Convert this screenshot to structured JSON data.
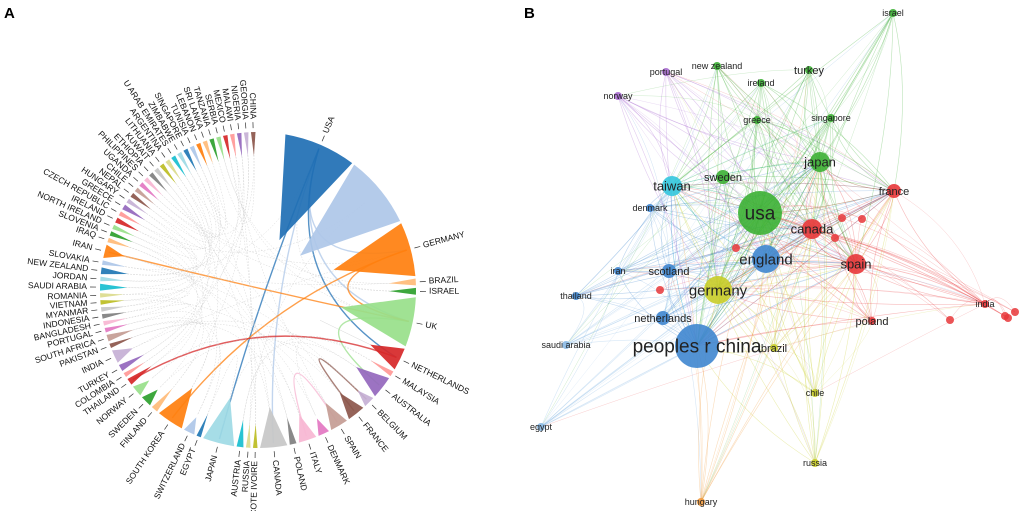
{
  "panels": [
    {
      "letter": "A"
    },
    {
      "letter": "B"
    }
  ],
  "chord_diagram": {
    "segments": [
      {
        "label": "USA",
        "color": "#1f6fb4",
        "size": 16
      },
      {
        "label": "",
        "color": "#aec7e8",
        "size": 16
      },
      {
        "label": "GERMANY",
        "color": "#ff7f0e",
        "size": 12
      },
      {
        "label": "BRAZIL",
        "color": "#ffbb78",
        "size": 1.5
      },
      {
        "label": "ISRAEL",
        "color": "#2ca02c",
        "size": 1.5
      },
      {
        "label": "UK",
        "color": "#98df8a",
        "size": 11
      },
      {
        "label": "NETHERLANDS",
        "color": "#d62728",
        "size": 5
      },
      {
        "label": "MALAYSIA",
        "color": "#ff9896",
        "size": 1.2
      },
      {
        "label": "AUSTRALIA",
        "color": "#9467bd",
        "size": 5
      },
      {
        "label": "BELGIUM",
        "color": "#c5b0d5",
        "size": 2.5
      },
      {
        "label": "FRANCE",
        "color": "#8c564b",
        "size": 4
      },
      {
        "label": "SPAIN",
        "color": "#c49c94",
        "size": 4
      },
      {
        "label": "DENMARK",
        "color": "#e377c2",
        "size": 2.5
      },
      {
        "label": "ITALY",
        "color": "#f7b6d2",
        "size": 4
      },
      {
        "label": "POLAND",
        "color": "#7f7f7f",
        "size": 1.5
      },
      {
        "label": "CANADA",
        "color": "#c7c7c7",
        "size": 6
      },
      {
        "label": "COTE IVOIRE",
        "color": "#bcbd22",
        "size": 1
      },
      {
        "label": "RUSSIA",
        "color": "#dbdb8d",
        "size": 1
      },
      {
        "label": "AUSTRIA",
        "color": "#17becf",
        "size": 1.5
      },
      {
        "label": "JAPAN",
        "color": "#9edae5",
        "size": 7
      },
      {
        "label": "EGYPT",
        "color": "#1f77b4",
        "size": 1
      },
      {
        "label": "SWITZERLAND",
        "color": "#aec7e8",
        "size": 2.5
      },
      {
        "label": "SOUTH KOREA",
        "color": "#ff7f0e",
        "size": 6
      },
      {
        "label": "FINLAND",
        "color": "#ffbb78",
        "size": 1.5
      },
      {
        "label": "SWEDEN",
        "color": "#2ca02c",
        "size": 2.5
      },
      {
        "label": "NORWAY",
        "color": "#98df8a",
        "size": 2.5
      },
      {
        "label": "THAILAND",
        "color": "#d62728",
        "size": 1.5
      },
      {
        "label": "COLOMBIA",
        "color": "#ff9896",
        "size": 1
      },
      {
        "label": "TURKEY",
        "color": "#9467bd",
        "size": 1.5
      },
      {
        "label": "INDIA",
        "color": "#c5b0d5",
        "size": 3
      },
      {
        "label": "PAKISTAN",
        "color": "#8c564b",
        "size": 1
      },
      {
        "label": "SOUTH AFRICA",
        "color": "#c49c94",
        "size": 1.5
      },
      {
        "label": "PORTUGAL",
        "color": "#e377c2",
        "size": 1
      },
      {
        "label": "BANGLADESH",
        "color": "#f7b6d2",
        "size": 1
      },
      {
        "label": "INDONESIA",
        "color": "#7f7f7f",
        "size": 1
      },
      {
        "label": "MYANMAR",
        "color": "#c7c7c7",
        "size": 1
      },
      {
        "label": "VIETNAM",
        "color": "#bcbd22",
        "size": 1
      },
      {
        "label": "ROMANIA",
        "color": "#dbdb8d",
        "size": 1
      },
      {
        "label": "SAUDI ARABIA",
        "color": "#17becf",
        "size": 1.5
      },
      {
        "label": "JORDAN",
        "color": "#9edae5",
        "size": 1
      },
      {
        "label": "NEW ZEALAND",
        "color": "#1f77b4",
        "size": 1.5
      },
      {
        "label": "SLOVAKIA",
        "color": "#aec7e8",
        "size": 1
      },
      {
        "label": "IRAN",
        "color": "#ff7f0e",
        "size": 3
      },
      {
        "label": "IRAQ",
        "color": "#ffbb78",
        "size": 1
      },
      {
        "label": "SLOVENIA",
        "color": "#2ca02c",
        "size": 1
      },
      {
        "label": "NORTH IRELAND",
        "color": "#98df8a",
        "size": 1
      },
      {
        "label": "IRELAND",
        "color": "#d62728",
        "size": 1.2
      },
      {
        "label": "CZECH REPUBLIC",
        "color": "#ff9896",
        "size": 1
      },
      {
        "label": "GREECE",
        "color": "#9467bd",
        "size": 1.2
      },
      {
        "label": "HUNGARY",
        "color": "#c5b0d5",
        "size": 1
      },
      {
        "label": "NEPAL",
        "color": "#8c564b",
        "size": 1
      },
      {
        "label": "CHILE",
        "color": "#c49c94",
        "size": 1
      },
      {
        "label": "UGANDA",
        "color": "#e377c2",
        "size": 1
      },
      {
        "label": "PHILIPPINES",
        "color": "#f7b6d2",
        "size": 1
      },
      {
        "label": "ETHIOPIA",
        "color": "#7f7f7f",
        "size": 1
      },
      {
        "label": "KUWAIT",
        "color": "#c7c7c7",
        "size": 1
      },
      {
        "label": "LITHUANIA",
        "color": "#bcbd22",
        "size": 1
      },
      {
        "label": "ARGENTINA",
        "color": "#dbdb8d",
        "size": 1
      },
      {
        "label": "U ARAB EMIRATES",
        "color": "#17becf",
        "size": 1
      },
      {
        "label": "ZIMBABWE",
        "color": "#9edae5",
        "size": 1
      },
      {
        "label": "SINGAPORE",
        "color": "#1f77b4",
        "size": 1
      },
      {
        "label": "TUNISIA",
        "color": "#aec7e8",
        "size": 1
      },
      {
        "label": "LEBANON",
        "color": "#ff7f0e",
        "size": 1
      },
      {
        "label": "SRI LANKA",
        "color": "#ffbb78",
        "size": 1
      },
      {
        "label": "TANZANIA",
        "color": "#2ca02c",
        "size": 1
      },
      {
        "label": "SERBIA",
        "color": "#98df8a",
        "size": 1
      },
      {
        "label": "MEXICO",
        "color": "#d62728",
        "size": 1
      },
      {
        "label": "MALAWI",
        "color": "#ff9896",
        "size": 1
      },
      {
        "label": "NIGERIA",
        "color": "#9467bd",
        "size": 1
      },
      {
        "label": "GEORGIA",
        "color": "#c5b0d5",
        "size": 1
      },
      {
        "label": "CHINA",
        "color": "#8c564b",
        "size": 1
      }
    ],
    "ribbons": [
      {
        "from": "USA",
        "to": "GERMANY",
        "color": "#aec7e8"
      },
      {
        "from": "USA",
        "to": "UK",
        "color": "#aec7e8"
      },
      {
        "from": "USA",
        "to": "CANADA",
        "color": "#aec7e8"
      },
      {
        "from": "USA",
        "to": "JAPAN",
        "color": "#1f6fb4"
      },
      {
        "from": "USA",
        "to": "NETHERLANDS",
        "color": "#1f6fb4"
      },
      {
        "from": "GERMANY",
        "to": "SOUTH KOREA",
        "color": "#ff7f0e"
      },
      {
        "from": "GERMANY",
        "to": "UK",
        "color": "#ff7f0e"
      },
      {
        "from": "UK",
        "to": "AUSTRALIA",
        "color": "#98df8a"
      },
      {
        "from": "NETHERLANDS",
        "to": "THAILAND",
        "color": "#d62728"
      },
      {
        "from": "IRAN",
        "to": "UK",
        "color": "#ff7f0e"
      },
      {
        "from": "ITALY",
        "to": "SPAIN",
        "color": "#f7b6d2"
      },
      {
        "from": "FRANCE",
        "to": "BELGIUM",
        "color": "#8c564b"
      }
    ]
  },
  "network": {
    "clusters": {
      "green": "#3cb034",
      "red": "#e8373a",
      "blue": "#3f86cf",
      "yellow": "#c9cd28",
      "cyan": "#33c6de",
      "purple": "#a96bd0",
      "orange": "#f29a3d",
      "ltblue": "#8ab9e4"
    },
    "nodes": [
      {
        "label": "usa",
        "cluster": "green",
        "size": 5,
        "font": 5
      },
      {
        "label": "peoples r china",
        "cluster": "blue",
        "size": 5,
        "font": 5
      },
      {
        "label": "germany",
        "cluster": "yellow",
        "size": 4,
        "font": 4
      },
      {
        "label": "england",
        "cluster": "blue",
        "size": 4,
        "font": 4
      },
      {
        "label": "japan",
        "cluster": "green",
        "size": 3,
        "font": 3
      },
      {
        "label": "taiwan",
        "cluster": "cyan",
        "size": 3,
        "font": 3
      },
      {
        "label": "canada",
        "cluster": "red",
        "size": 3,
        "font": 3
      },
      {
        "label": "spain",
        "cluster": "red",
        "size": 3,
        "font": 3
      },
      {
        "label": "france",
        "cluster": "red",
        "size": 2,
        "font": 2
      },
      {
        "label": "scotland",
        "cluster": "blue",
        "size": 2,
        "font": 2
      },
      {
        "label": "netherlands",
        "cluster": "blue",
        "size": 2,
        "font": 2
      },
      {
        "label": "sweden",
        "cluster": "green",
        "size": 2,
        "font": 2
      },
      {
        "label": "poland",
        "cluster": "red",
        "size": 1,
        "font": 2
      },
      {
        "label": "brazil",
        "cluster": "yellow",
        "size": 1,
        "font": 2
      },
      {
        "label": "turkey",
        "cluster": "green",
        "size": 1,
        "font": 2
      },
      {
        "label": "denmark",
        "cluster": "blue",
        "size": 1,
        "font": 1
      },
      {
        "label": "thailand",
        "cluster": "blue",
        "size": 1,
        "font": 1
      },
      {
        "label": "iran",
        "cluster": "blue",
        "size": 1,
        "font": 1
      },
      {
        "label": "india",
        "cluster": "red",
        "size": 1,
        "font": 1
      },
      {
        "label": "greece",
        "cluster": "green",
        "size": 1,
        "font": 1
      },
      {
        "label": "singapore",
        "cluster": "green",
        "size": 1,
        "font": 1
      },
      {
        "label": "ireland",
        "cluster": "green",
        "size": 1,
        "font": 1
      },
      {
        "label": "new zealand",
        "cluster": "green",
        "size": 1,
        "font": 1
      },
      {
        "label": "portugal",
        "cluster": "purple",
        "size": 1,
        "font": 1
      },
      {
        "label": "norway",
        "cluster": "purple",
        "size": 1,
        "font": 1
      },
      {
        "label": "israel",
        "cluster": "green",
        "size": 1,
        "font": 1
      },
      {
        "label": "saudi arabia",
        "cluster": "ltblue",
        "size": 1,
        "font": 1
      },
      {
        "label": "egypt",
        "cluster": "ltblue",
        "size": 1,
        "font": 1
      },
      {
        "label": "chile",
        "cluster": "yellow",
        "size": 1,
        "font": 1
      },
      {
        "label": "russia",
        "cluster": "yellow",
        "size": 1,
        "font": 1
      },
      {
        "label": "hungary",
        "cluster": "orange",
        "size": 1,
        "font": 1
      }
    ]
  }
}
